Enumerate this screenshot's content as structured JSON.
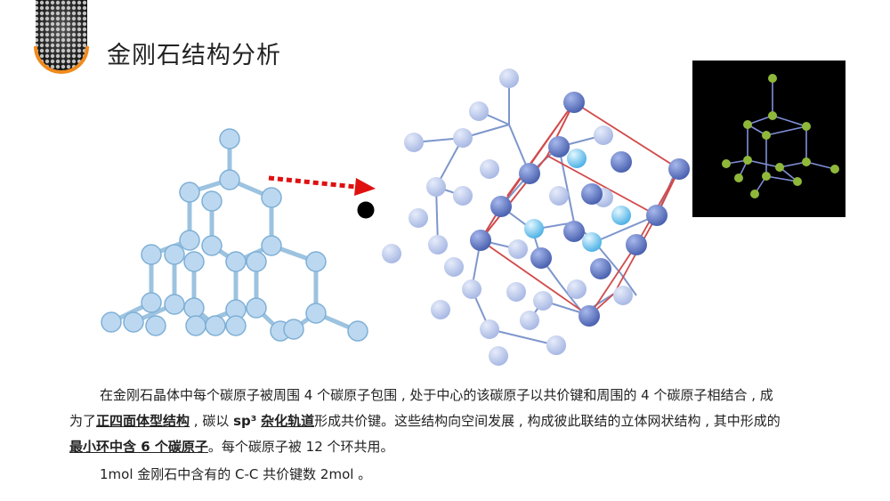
{
  "title": "金刚石结构分析",
  "paragraph": {
    "l1": "在金刚石晶体中每个碳原子被周围 4 个碳原子包围 , 处于中心的该碳原子以共价键和周围的 4 个碳原子相结合 , 成",
    "l2a": "为了",
    "l2b": "正四面体型结构",
    "l2c": " , 碳以 ",
    "l2d": "sp³",
    "l2e": " ",
    "l2f": "杂化轨道",
    "l2g": "形成共价键。这些结构向空间发展 , 构成彼此联结的立体网状结构 , 其中形成的",
    "l3a": "最小环中含 6 个碳原子",
    "l3b": "。每个碳原子被 12 个环共用。"
  },
  "line2": "1mol 金刚石中含有的 C-C 共价键数  2mol 。",
  "colors": {
    "arrow": "#e01010",
    "atom_light": "#b6c8ea",
    "atom_dark": "#5b74c0",
    "inset_atom": "#8fb83a"
  }
}
